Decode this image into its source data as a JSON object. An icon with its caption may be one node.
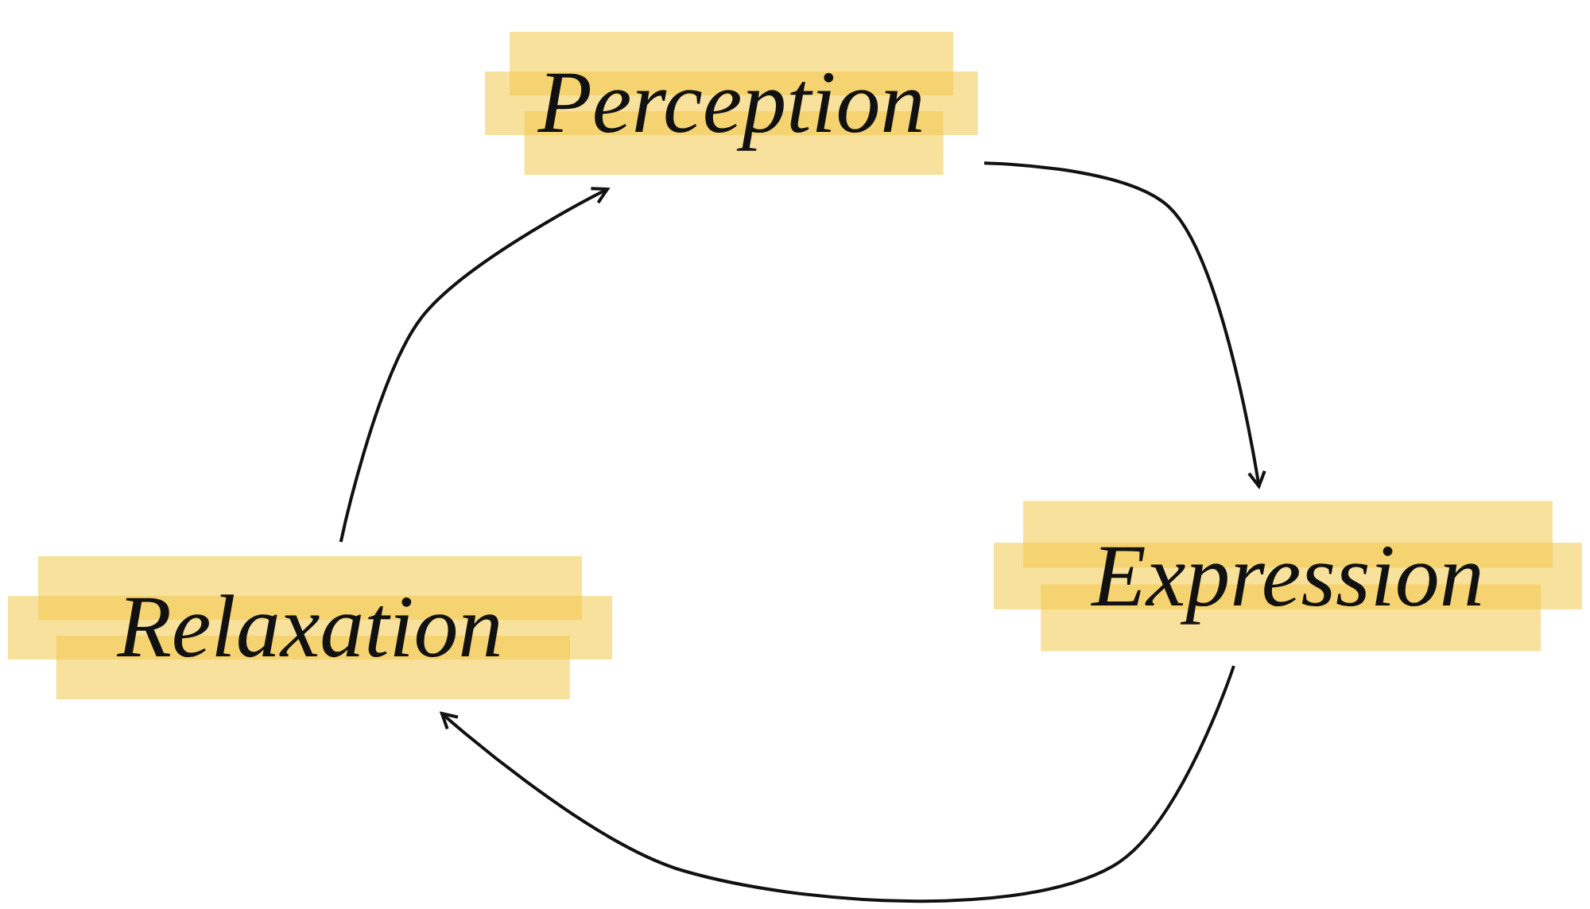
{
  "diagram": {
    "nodes": [
      {
        "text": [
          "Perception"
        ]
      },
      {
        "text": [
          "Expression"
        ]
      },
      {
        "text": [
          "Relaxation"
        ]
      }
    ],
    "edges": [
      {
        "from": 0,
        "to": 1,
        "arrow": "to"
      },
      {
        "from": 1,
        "to": 2,
        "arrow": "to"
      },
      {
        "from": 2,
        "to": 0,
        "arrow": "to"
      }
    ]
  }
}
